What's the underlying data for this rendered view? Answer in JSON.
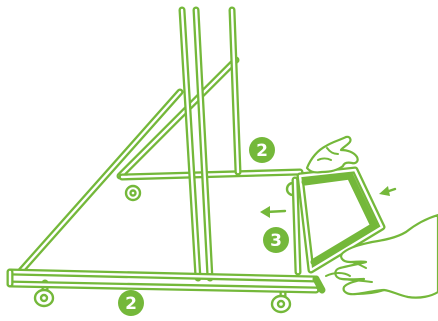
{
  "colors": {
    "frame": "#74b83a",
    "badge": "#74b83a",
    "badge_text": "#ffffff",
    "background": "#ffffff"
  },
  "steps": {
    "upper": "2",
    "lower": "2",
    "panel": "3"
  },
  "icons": {
    "arrows": [
      "arrow-left-icon",
      "arrow-left-icon"
    ],
    "hands": [
      "hand-icon",
      "hand-icon"
    ],
    "wheels": [
      "wheel-icon",
      "wheel-icon",
      "wheel-icon",
      "wheel-icon"
    ]
  }
}
